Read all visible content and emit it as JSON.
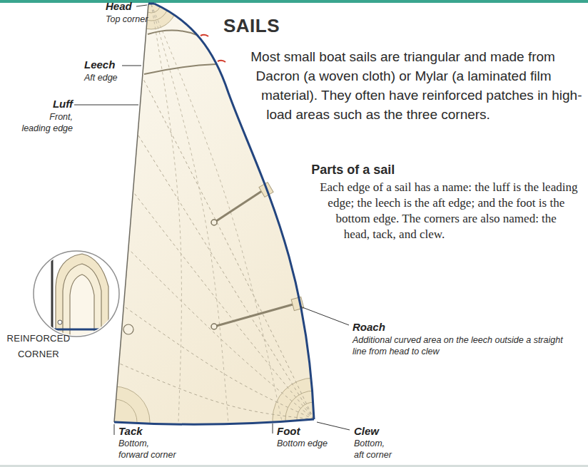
{
  "diagram": {
    "title": "SAILS",
    "labels": [
      "Most small boat sails are triangular and made from Dacron (a woven cloth) or Mylar (a laminated film material). They often have reinforced patches in high-load areas such as the three corners.",
      "Parts of a sail",
      "Each edge of a sail has a name: the luff is the leading edge; the leech is the aft edge; and the foot is the bottom edge. The corners are also named: the head, tack, and clew.",
      "Head",
      "Top corner",
      "Leech",
      "Aft edge",
      "Luff",
      "Front, leading edge",
      "REINFORCED CORNER",
      "Roach",
      "Additional curved area on the leech outside a straight line from head to clew",
      "Tack",
      "Bottom, forward corner",
      "Foot",
      "Bottom edge",
      "Clew",
      "Bottom, aft corner"
    ]
  }
}
